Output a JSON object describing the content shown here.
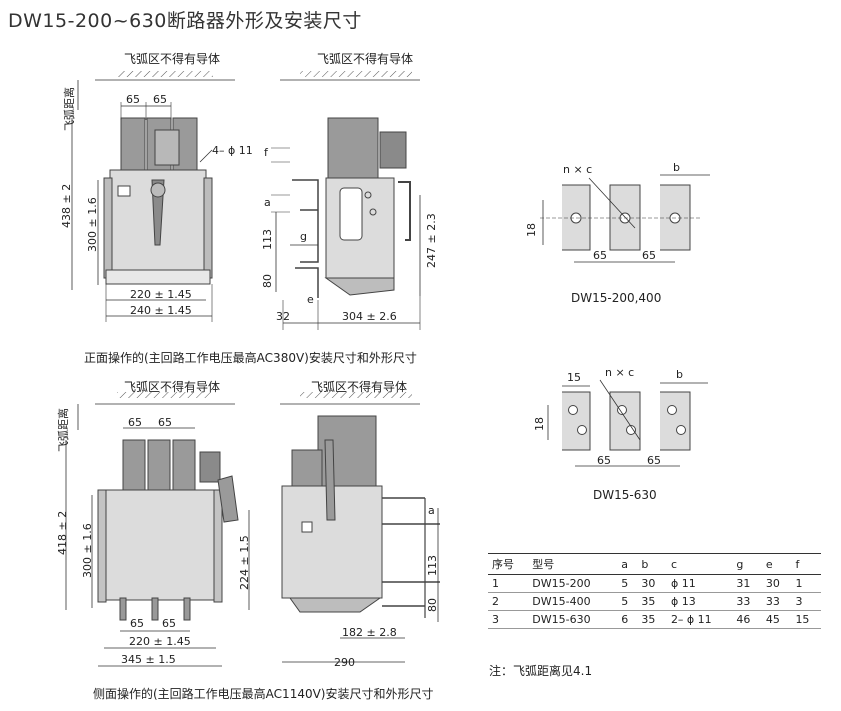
{
  "title": "DW15-200~630断路器外形及安装尺寸",
  "top": {
    "zone_front": "飞弧区不得有导体",
    "zone_side": "飞弧区不得有导体",
    "arc_distance": "飞弧距离",
    "dims_front": {
      "d65a": "65",
      "d65b": "65",
      "holes": "4– ϕ 11",
      "h438": "438 ± 2",
      "h300": "300 ± 1.6",
      "w220": "220 ± 1.45",
      "w240": "240 ± 1.45"
    },
    "dims_side": {
      "f": "f",
      "a": "a",
      "g": "g",
      "d113": "113",
      "d80": "80",
      "e": "e",
      "h247": "247 ± 2.3",
      "d32": "32",
      "w304": "304 ± 2.6"
    },
    "caption": "正面操作的(主回路工作电压最高AC380V)安装尺寸和外形尺寸"
  },
  "bottom": {
    "zone_front": "飞弧区不得有导体",
    "zone_side": "飞弧区不得有导体",
    "arc_distance": "飞弧距离",
    "dims_front": {
      "d65a": "65",
      "d65b": "65",
      "d65c": "65",
      "d65d": "65",
      "h418": "418 ± 2",
      "h300": "300 ± 1.6",
      "h224": "224 ± 1.5",
      "w220": "220 ± 1.45",
      "w345": "345 ± 1.5"
    },
    "dims_side": {
      "a": "a",
      "d113": "113",
      "d80": "80",
      "w182": "182 ± 2.8",
      "w290": "290"
    },
    "caption": "侧面操作的(主回路工作电压最高AC1140V)安装尺寸和外形尺寸"
  },
  "terminal_200": {
    "nxc": "n × c",
    "b": "b",
    "d18": "18",
    "d65a": "65",
    "d65b": "65",
    "label": "DW15-200,400"
  },
  "terminal_630": {
    "d15": "15",
    "nxc": "n × c",
    "b": "b",
    "d18": "18",
    "d65a": "65",
    "d65b": "65",
    "label": "DW15-630"
  },
  "table": {
    "headers": [
      "序号",
      "型号",
      "a",
      "b",
      "c",
      "g",
      "e",
      "f"
    ],
    "rows": [
      [
        "1",
        "DW15-200",
        "5",
        "30",
        "ϕ 11",
        "31",
        "30",
        "1"
      ],
      [
        "2",
        "DW15-400",
        "5",
        "35",
        "ϕ 13",
        "33",
        "33",
        "3"
      ],
      [
        "3",
        "DW15-630",
        "6",
        "35",
        "2– ϕ 11",
        "46",
        "45",
        "15"
      ]
    ]
  },
  "note": "注：飞弧距离见4.1",
  "colors": {
    "body_gray": "#dcdcdc",
    "dark_gray": "#9a9a9a",
    "line": "#333333"
  }
}
